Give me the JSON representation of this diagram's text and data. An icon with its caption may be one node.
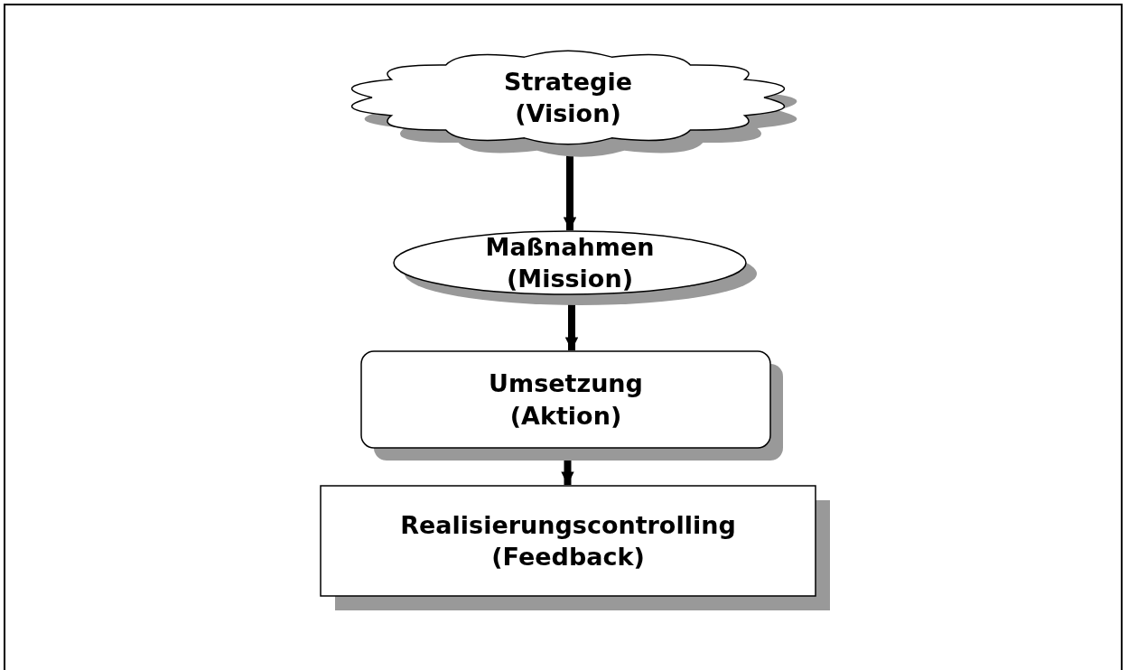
{
  "diagram": {
    "nodes": [
      {
        "text": [
          "Strategie (Vision)"
        ]
      },
      {
        "text": [
          "Maßnahmen (Mission)"
        ]
      },
      {
        "text": [
          "Umsetzung (Aktion)"
        ]
      },
      {
        "text": [
          "Realisierungscontrolling (Feedback)"
        ]
      }
    ],
    "edges": [
      {
        "from": 0,
        "to": 1,
        "arrow": "to"
      },
      {
        "from": 1,
        "to": 2,
        "arrow": "to"
      },
      {
        "from": 2,
        "to": 3,
        "arrow": "to"
      }
    ]
  }
}
